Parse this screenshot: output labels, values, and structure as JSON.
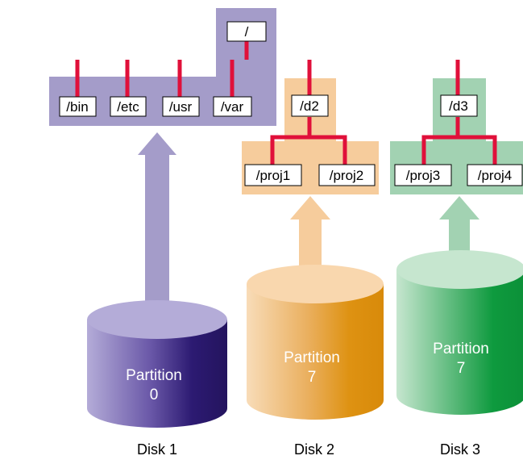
{
  "root": {
    "label": "/"
  },
  "disk1": {
    "dirs": [
      "/bin",
      "/etc",
      "/usr",
      "/var"
    ],
    "partition_label": "Partition",
    "partition_number": "0",
    "disk_label": "Disk 1"
  },
  "disk2": {
    "mount": "/d2",
    "dirs": [
      "/proj1",
      "/proj2"
    ],
    "partition_label": "Partition",
    "partition_number": "7",
    "disk_label": "Disk 2"
  },
  "disk3": {
    "mount": "/d3",
    "dirs": [
      "/proj3",
      "/proj4"
    ],
    "partition_label": "Partition",
    "partition_number": "7",
    "disk_label": "Disk 3"
  },
  "colors": {
    "tree_line": "#e0103a",
    "disk1_panel": "#a49cc9",
    "disk2_panel": "#f6cc9c",
    "disk3_panel": "#a2d2b2",
    "disk1_dark": "#2c1a72",
    "disk2_dark": "#de9212",
    "disk3_dark": "#0e9a3e"
  }
}
